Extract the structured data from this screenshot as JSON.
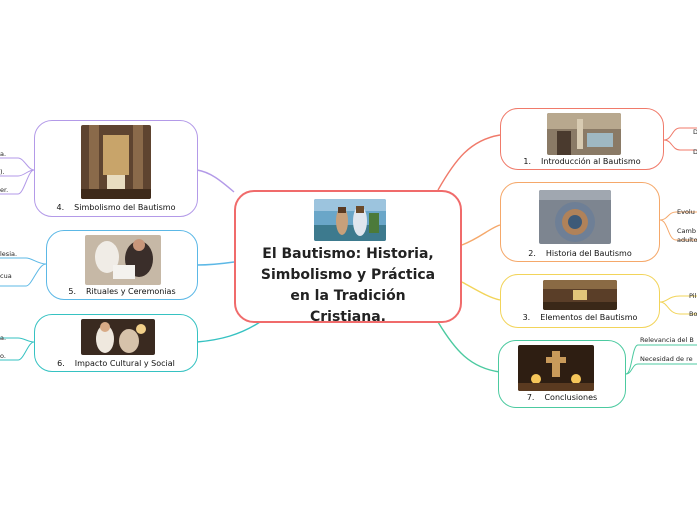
{
  "central": {
    "title_lines": [
      "El Bautismo: Historia,",
      "Simbolismo y Práctica",
      "en la Tradición",
      "Cristiana."
    ]
  },
  "right_topics": [
    {
      "num": "1.",
      "label": "Introducción al Bautismo",
      "color": "#f07a6a",
      "leaves": [
        "D",
        "D"
      ]
    },
    {
      "num": "2.",
      "label": "Historia del Bautismo",
      "color": "#f5a86a",
      "leaves": [
        "Evolu",
        "Camb",
        "adulto"
      ]
    },
    {
      "num": "3.",
      "label": "Elementos del Bautismo",
      "color": "#f2d45a",
      "leaves": [
        "Pil",
        "Bo"
      ]
    },
    {
      "num": "7.",
      "label": "Conclusiones",
      "color": "#4ccaa0",
      "leaves": [
        "Relevancia del B",
        "Necesidad de re"
      ]
    }
  ],
  "left_topics": [
    {
      "num": "4.",
      "label": "Simbolismo del Bautismo",
      "color": "#b39ae8",
      "leaves": [
        "a.",
        ").",
        "er."
      ]
    },
    {
      "num": "5.",
      "label": "Rituales y Ceremonias",
      "color": "#5cb8e6",
      "leaves": [
        "lesia.",
        "cua"
      ]
    },
    {
      "num": "6.",
      "label": "Impacto Cultural y Social",
      "color": "#36c2c2",
      "leaves": [
        "a.",
        "o."
      ]
    }
  ],
  "icons": {
    "central_image": "baptism-painting-image",
    "topic_images": [
      "church-interior-photo",
      "stone-mosaic-photo",
      "sanctuary-photo",
      "candle-cross-photo",
      "baptistery-photo",
      "infant-baptism-photo",
      "ceremony-photo"
    ]
  }
}
